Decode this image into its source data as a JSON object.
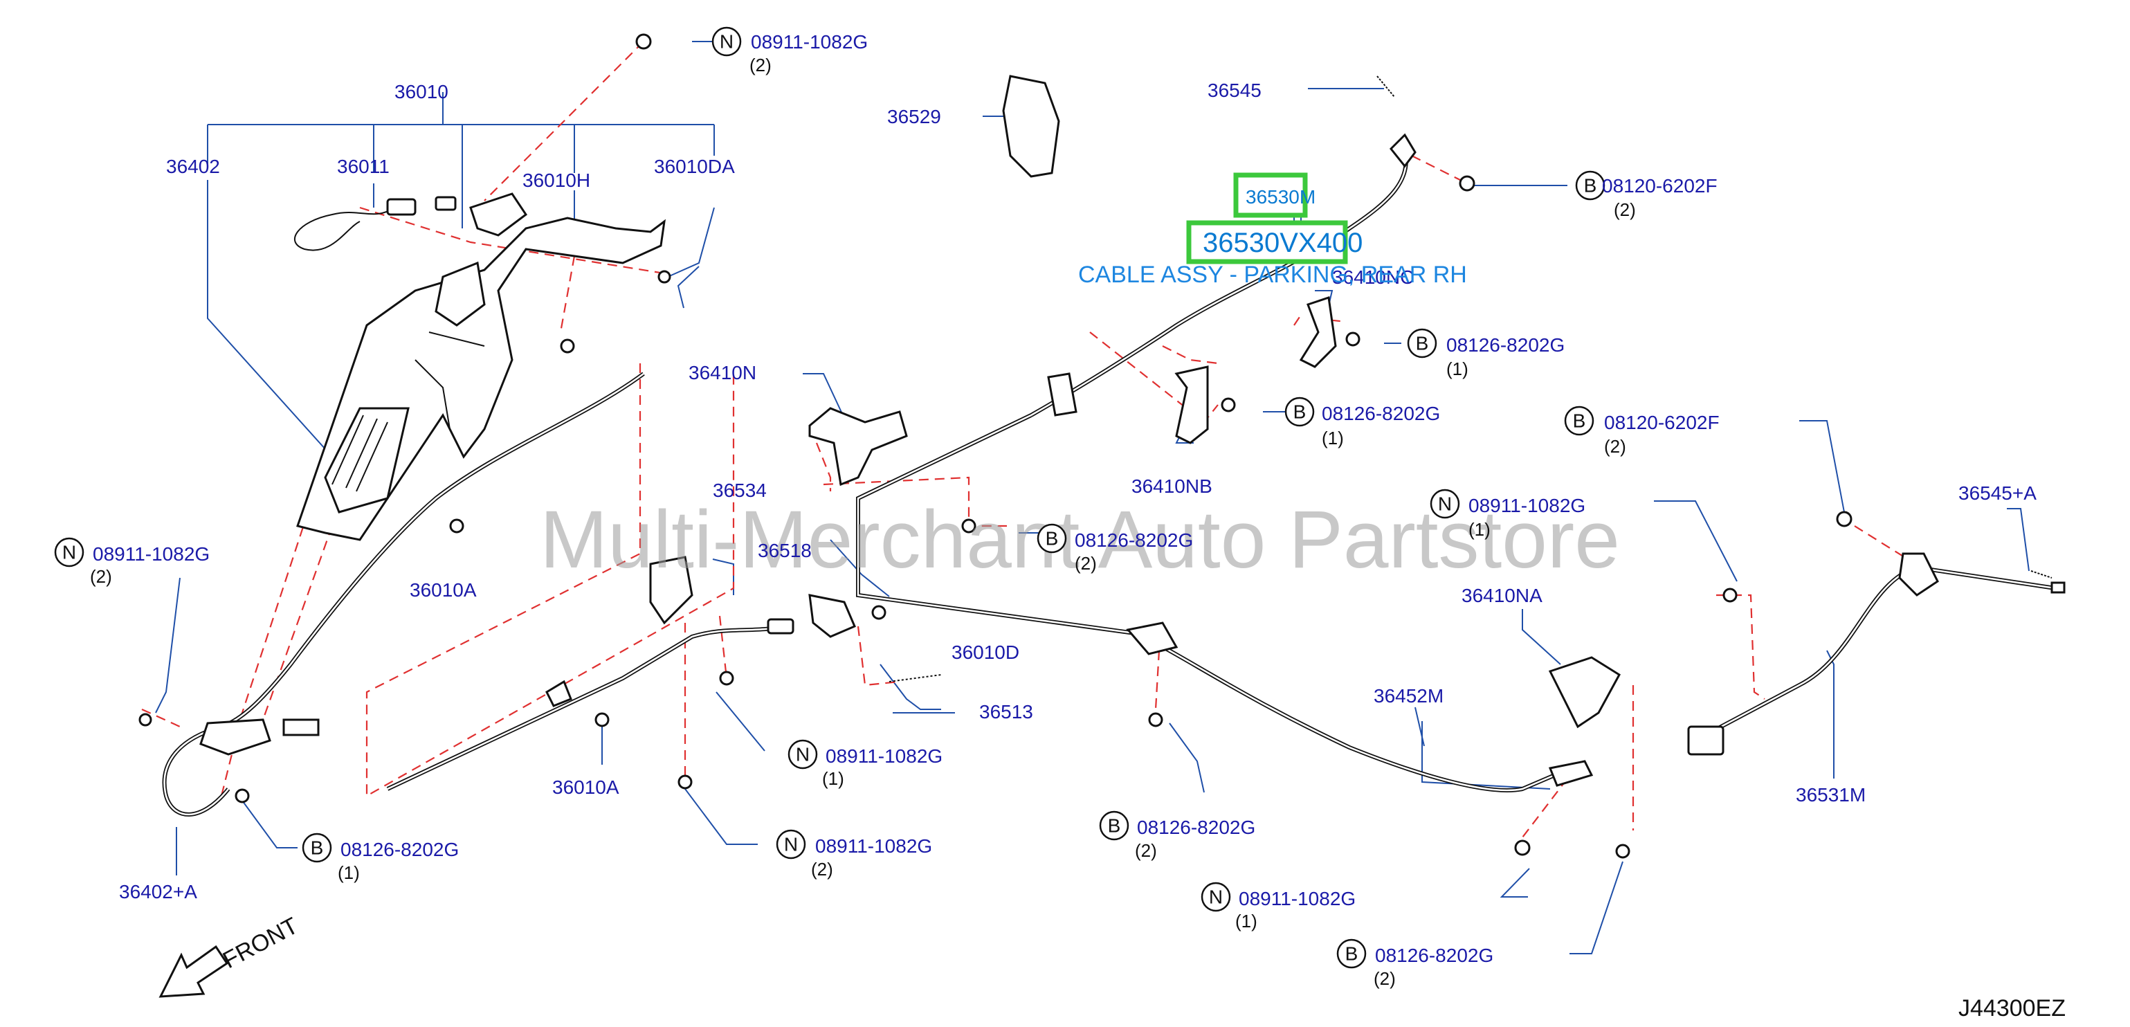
{
  "watermark": "Multi-Merchant Auto Partstore",
  "diagram_code": "J44300EZ",
  "front_label": "FRONT",
  "highlight": {
    "part_box": "36530M",
    "part_number": "36530VX400",
    "description": "CABLE ASSY - PARKING, REAR RH"
  },
  "labels": {
    "p36010": "36010",
    "p36402": "36402",
    "p36011": "36011",
    "p36010H": "36010H",
    "p36010DA": "36010DA",
    "p36529": "36529",
    "p36545": "36545",
    "p36410N": "36410N",
    "p36410NC": "36410NC",
    "p36410NB": "36410NB",
    "p36534": "36534",
    "p36518": "36518",
    "p36010A_1": "36010A",
    "p36010A_2": "36010A",
    "p36010D": "36010D",
    "p36513": "36513",
    "p36402A": "36402+A",
    "p36410NA": "36410NA",
    "p36452M": "36452M",
    "p36545A": "36545+A",
    "p36531M": "36531M"
  },
  "callouts": [
    {
      "letter": "N",
      "part": "08911-1082G",
      "qty": "(2)"
    },
    {
      "letter": "B",
      "part": "08120-6202F",
      "qty": "(2)"
    },
    {
      "letter": "B",
      "part": "08126-8202G",
      "qty": "(1)"
    },
    {
      "letter": "B",
      "part": "08126-8202G",
      "qty": "(1)"
    },
    {
      "letter": "B",
      "part": "08120-6202F",
      "qty": "(2)"
    },
    {
      "letter": "N",
      "part": "08911-1082G",
      "qty": "(1)"
    },
    {
      "letter": "B",
      "part": "08126-8202G",
      "qty": "(2)"
    },
    {
      "letter": "N",
      "part": "08911-1082G",
      "qty": "(2)"
    },
    {
      "letter": "N",
      "part": "08911-1082G",
      "qty": "(1)"
    },
    {
      "letter": "N",
      "part": "08911-1082G",
      "qty": "(2)"
    },
    {
      "letter": "B",
      "part": "08126-8202G",
      "qty": "(1)"
    },
    {
      "letter": "B",
      "part": "08126-8202G",
      "qty": "(2)"
    },
    {
      "letter": "N",
      "part": "08911-1082G",
      "qty": "(1)"
    },
    {
      "letter": "B",
      "part": "08126-8202G",
      "qty": "(2)"
    }
  ],
  "colors": {
    "label_blue": "#1a1aa8",
    "leader_blue": "#1f4fa8",
    "dash_red": "#e03030",
    "highlight_green": "#3cc83c",
    "highlight_text": "#0a7ad1"
  }
}
